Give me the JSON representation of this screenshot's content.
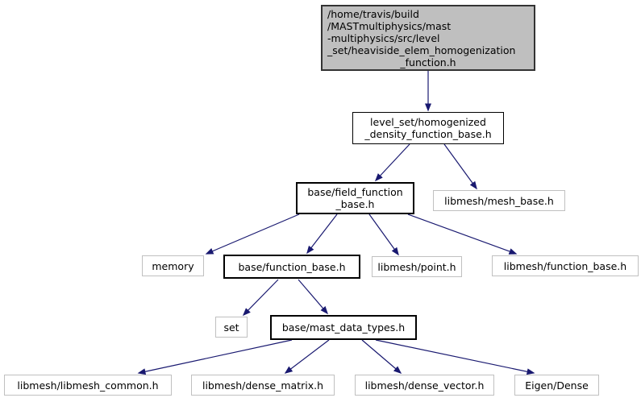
{
  "diagram": {
    "kind": "include-dependency-graph",
    "colors": {
      "edge": "#191970",
      "root_fill": "#bfbfbf",
      "internal_border": "#000000",
      "external_border": "#c0c0c0",
      "background": "#ffffff",
      "text": "#000000"
    },
    "nodes": [
      {
        "id": "root",
        "kind": "root",
        "lines": [
          "/home/travis/build",
          "/MASTmultiphysics/mast",
          "-multiphysics/src/level",
          "_set/heaviside_elem_homogenization",
          "_function.h"
        ]
      },
      {
        "id": "homogenized-density-function-base",
        "kind": "internal",
        "lines": [
          "level_set/homogenized",
          "_density_function_base.h"
        ]
      },
      {
        "id": "field-function-base",
        "kind": "internal",
        "lines": [
          "base/field_function",
          "_base.h"
        ]
      },
      {
        "id": "mesh-base",
        "kind": "external",
        "label": "libmesh/mesh_base.h"
      },
      {
        "id": "memory",
        "kind": "external",
        "label": "memory"
      },
      {
        "id": "function-base",
        "kind": "internal",
        "label": "base/function_base.h"
      },
      {
        "id": "point",
        "kind": "external",
        "label": "libmesh/point.h"
      },
      {
        "id": "libmesh-function-base",
        "kind": "external",
        "label": "libmesh/function_base.h"
      },
      {
        "id": "set",
        "kind": "external",
        "label": "set"
      },
      {
        "id": "mast-data-types",
        "kind": "internal",
        "label": "base/mast_data_types.h"
      },
      {
        "id": "libmesh-common",
        "kind": "external",
        "label": "libmesh/libmesh_common.h"
      },
      {
        "id": "dense-matrix",
        "kind": "external",
        "label": "libmesh/dense_matrix.h"
      },
      {
        "id": "dense-vector",
        "kind": "external",
        "label": "libmesh/dense_vector.h"
      },
      {
        "id": "eigen-dense",
        "kind": "external",
        "label": "Eigen/Dense"
      }
    ],
    "edges": [
      {
        "from": "root",
        "to": "homogenized-density-function-base"
      },
      {
        "from": "homogenized-density-function-base",
        "to": "field-function-base"
      },
      {
        "from": "homogenized-density-function-base",
        "to": "mesh-base"
      },
      {
        "from": "field-function-base",
        "to": "memory"
      },
      {
        "from": "field-function-base",
        "to": "function-base"
      },
      {
        "from": "field-function-base",
        "to": "point"
      },
      {
        "from": "field-function-base",
        "to": "libmesh-function-base"
      },
      {
        "from": "function-base",
        "to": "set"
      },
      {
        "from": "function-base",
        "to": "mast-data-types"
      },
      {
        "from": "mast-data-types",
        "to": "libmesh-common"
      },
      {
        "from": "mast-data-types",
        "to": "dense-matrix"
      },
      {
        "from": "mast-data-types",
        "to": "dense-vector"
      },
      {
        "from": "mast-data-types",
        "to": "eigen-dense"
      }
    ]
  }
}
